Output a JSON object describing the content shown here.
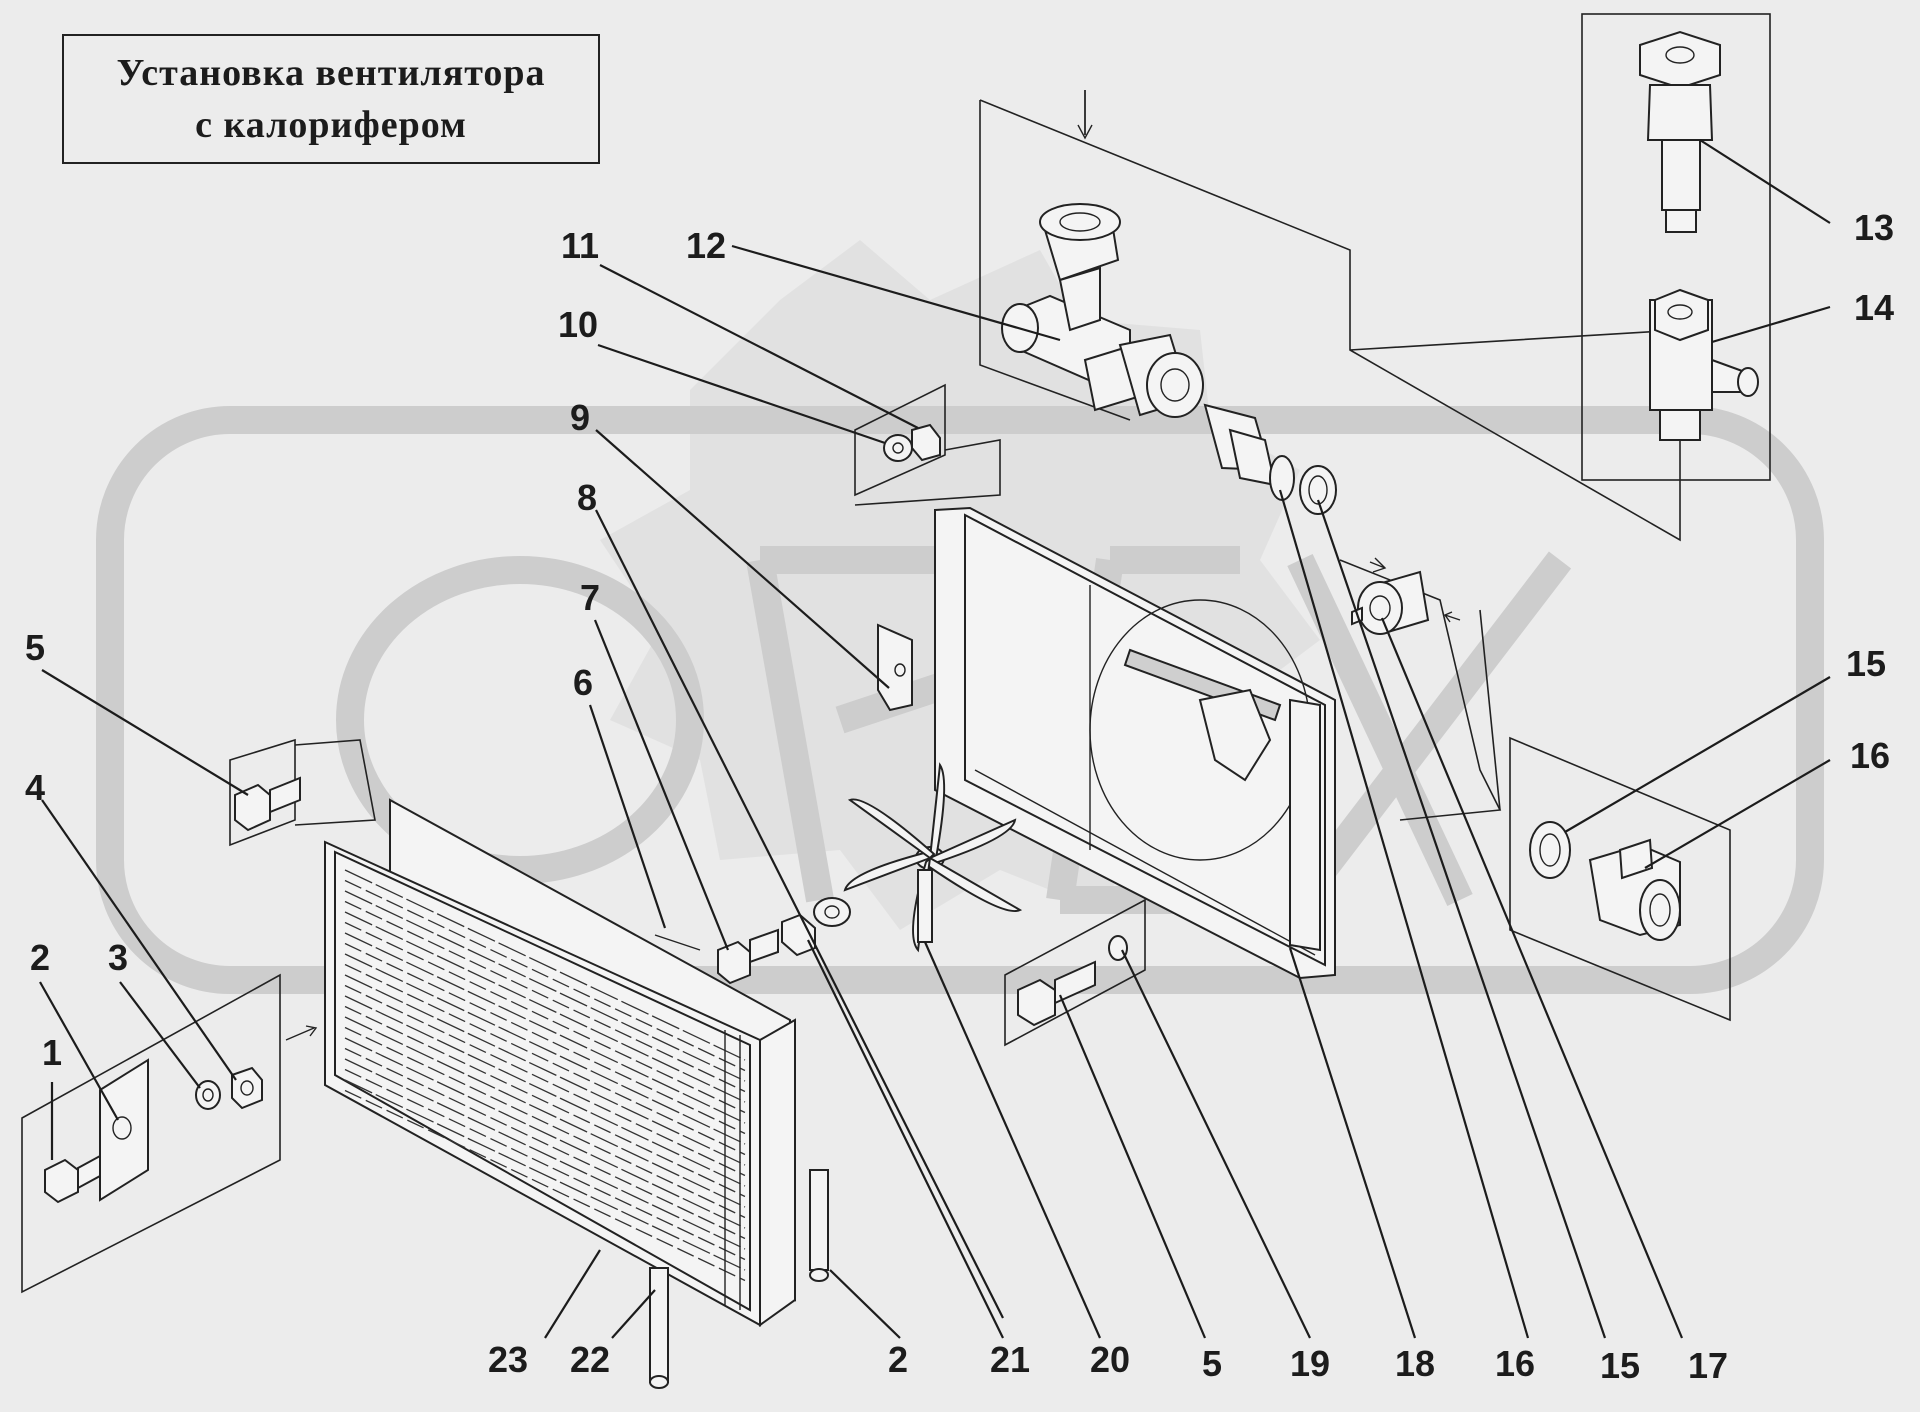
{
  "title": {
    "line1": "Установка вентилятора",
    "line2": "с калорифером"
  },
  "callouts": [
    "1",
    "2",
    "3",
    "4",
    "5",
    "6",
    "7",
    "8",
    "9",
    "10",
    "11",
    "12",
    "13",
    "14",
    "15",
    "16",
    "2",
    "5",
    "15",
    "16",
    "17",
    "18",
    "19",
    "20",
    "21",
    "22",
    "23"
  ],
  "colors": {
    "background": "#ececec",
    "ink": "#1c1c1c",
    "watermark": "#d0d0d0"
  }
}
